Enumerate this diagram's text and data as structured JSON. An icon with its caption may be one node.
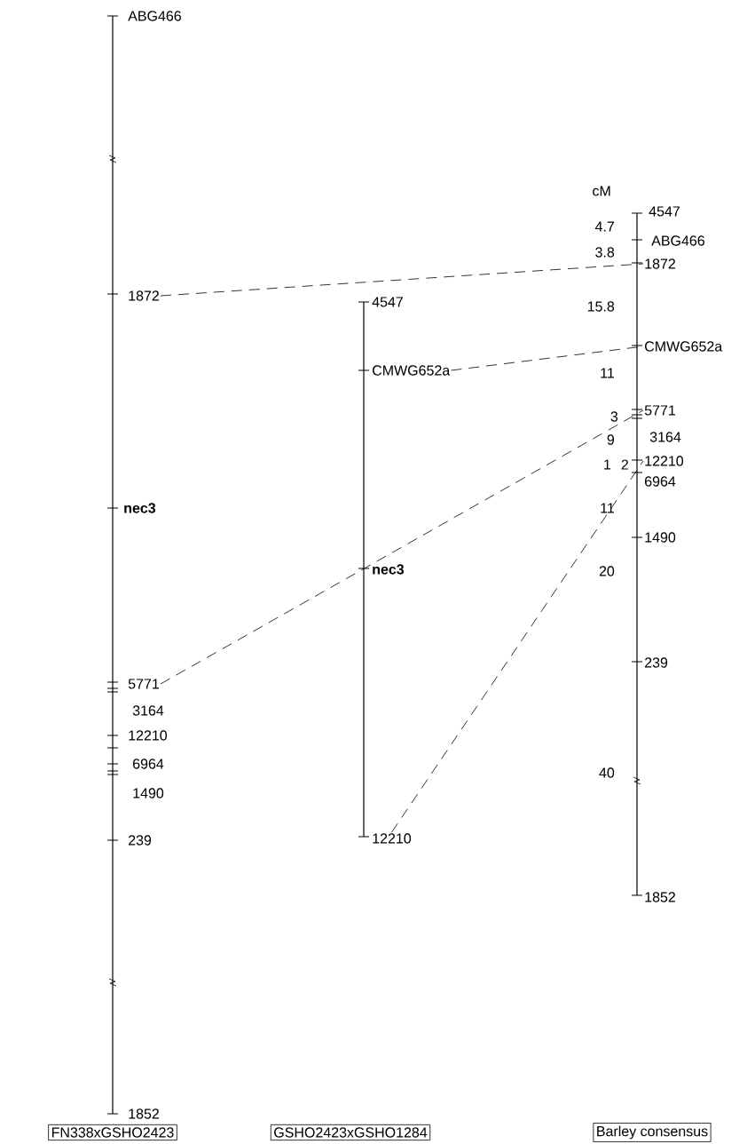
{
  "diagram": {
    "nodes": [
      {
        "text": [
          "FN338xGSHO2423"
        ]
      },
      {
        "text": [
          "GSHO2423xGSHO1284"
        ]
      },
      {
        "text": [
          "Barley consensus"
        ]
      },
      {
        "text": [
          "1872"
        ]
      },
      {
        "text": [
          "5771"
        ]
      },
      {
        "text": [
          "CMWG652a"
        ]
      },
      {
        "text": [
          "12210"
        ]
      },
      {
        "text": [
          "1872"
        ]
      },
      {
        "text": [
          "CMWG652a"
        ]
      },
      {
        "text": [
          "5771"
        ]
      },
      {
        "text": [
          "12210"
        ]
      }
    ],
    "edges": [
      {
        "from": 3,
        "to": 7,
        "arrow": "none",
        "style": "dashed"
      },
      {
        "from": 5,
        "to": 8,
        "arrow": "none",
        "style": "dashed"
      },
      {
        "from": 4,
        "to": 9,
        "arrow": "none",
        "style": "dashed"
      },
      {
        "from": 6,
        "to": 10,
        "arrow": "none",
        "style": "dashed"
      }
    ],
    "labels": [
      "ABG466",
      "nec3",
      "3164",
      "12210",
      "6964",
      "1490",
      "239",
      "1852",
      "4547",
      "nec3",
      "cM",
      "4547",
      "ABG466",
      "3164",
      "6964",
      "1490",
      "239",
      "1852",
      "4.7",
      "3.8",
      "15.8",
      "11",
      "3",
      "9",
      "1",
      "2",
      "11",
      "20",
      "40"
    ]
  }
}
